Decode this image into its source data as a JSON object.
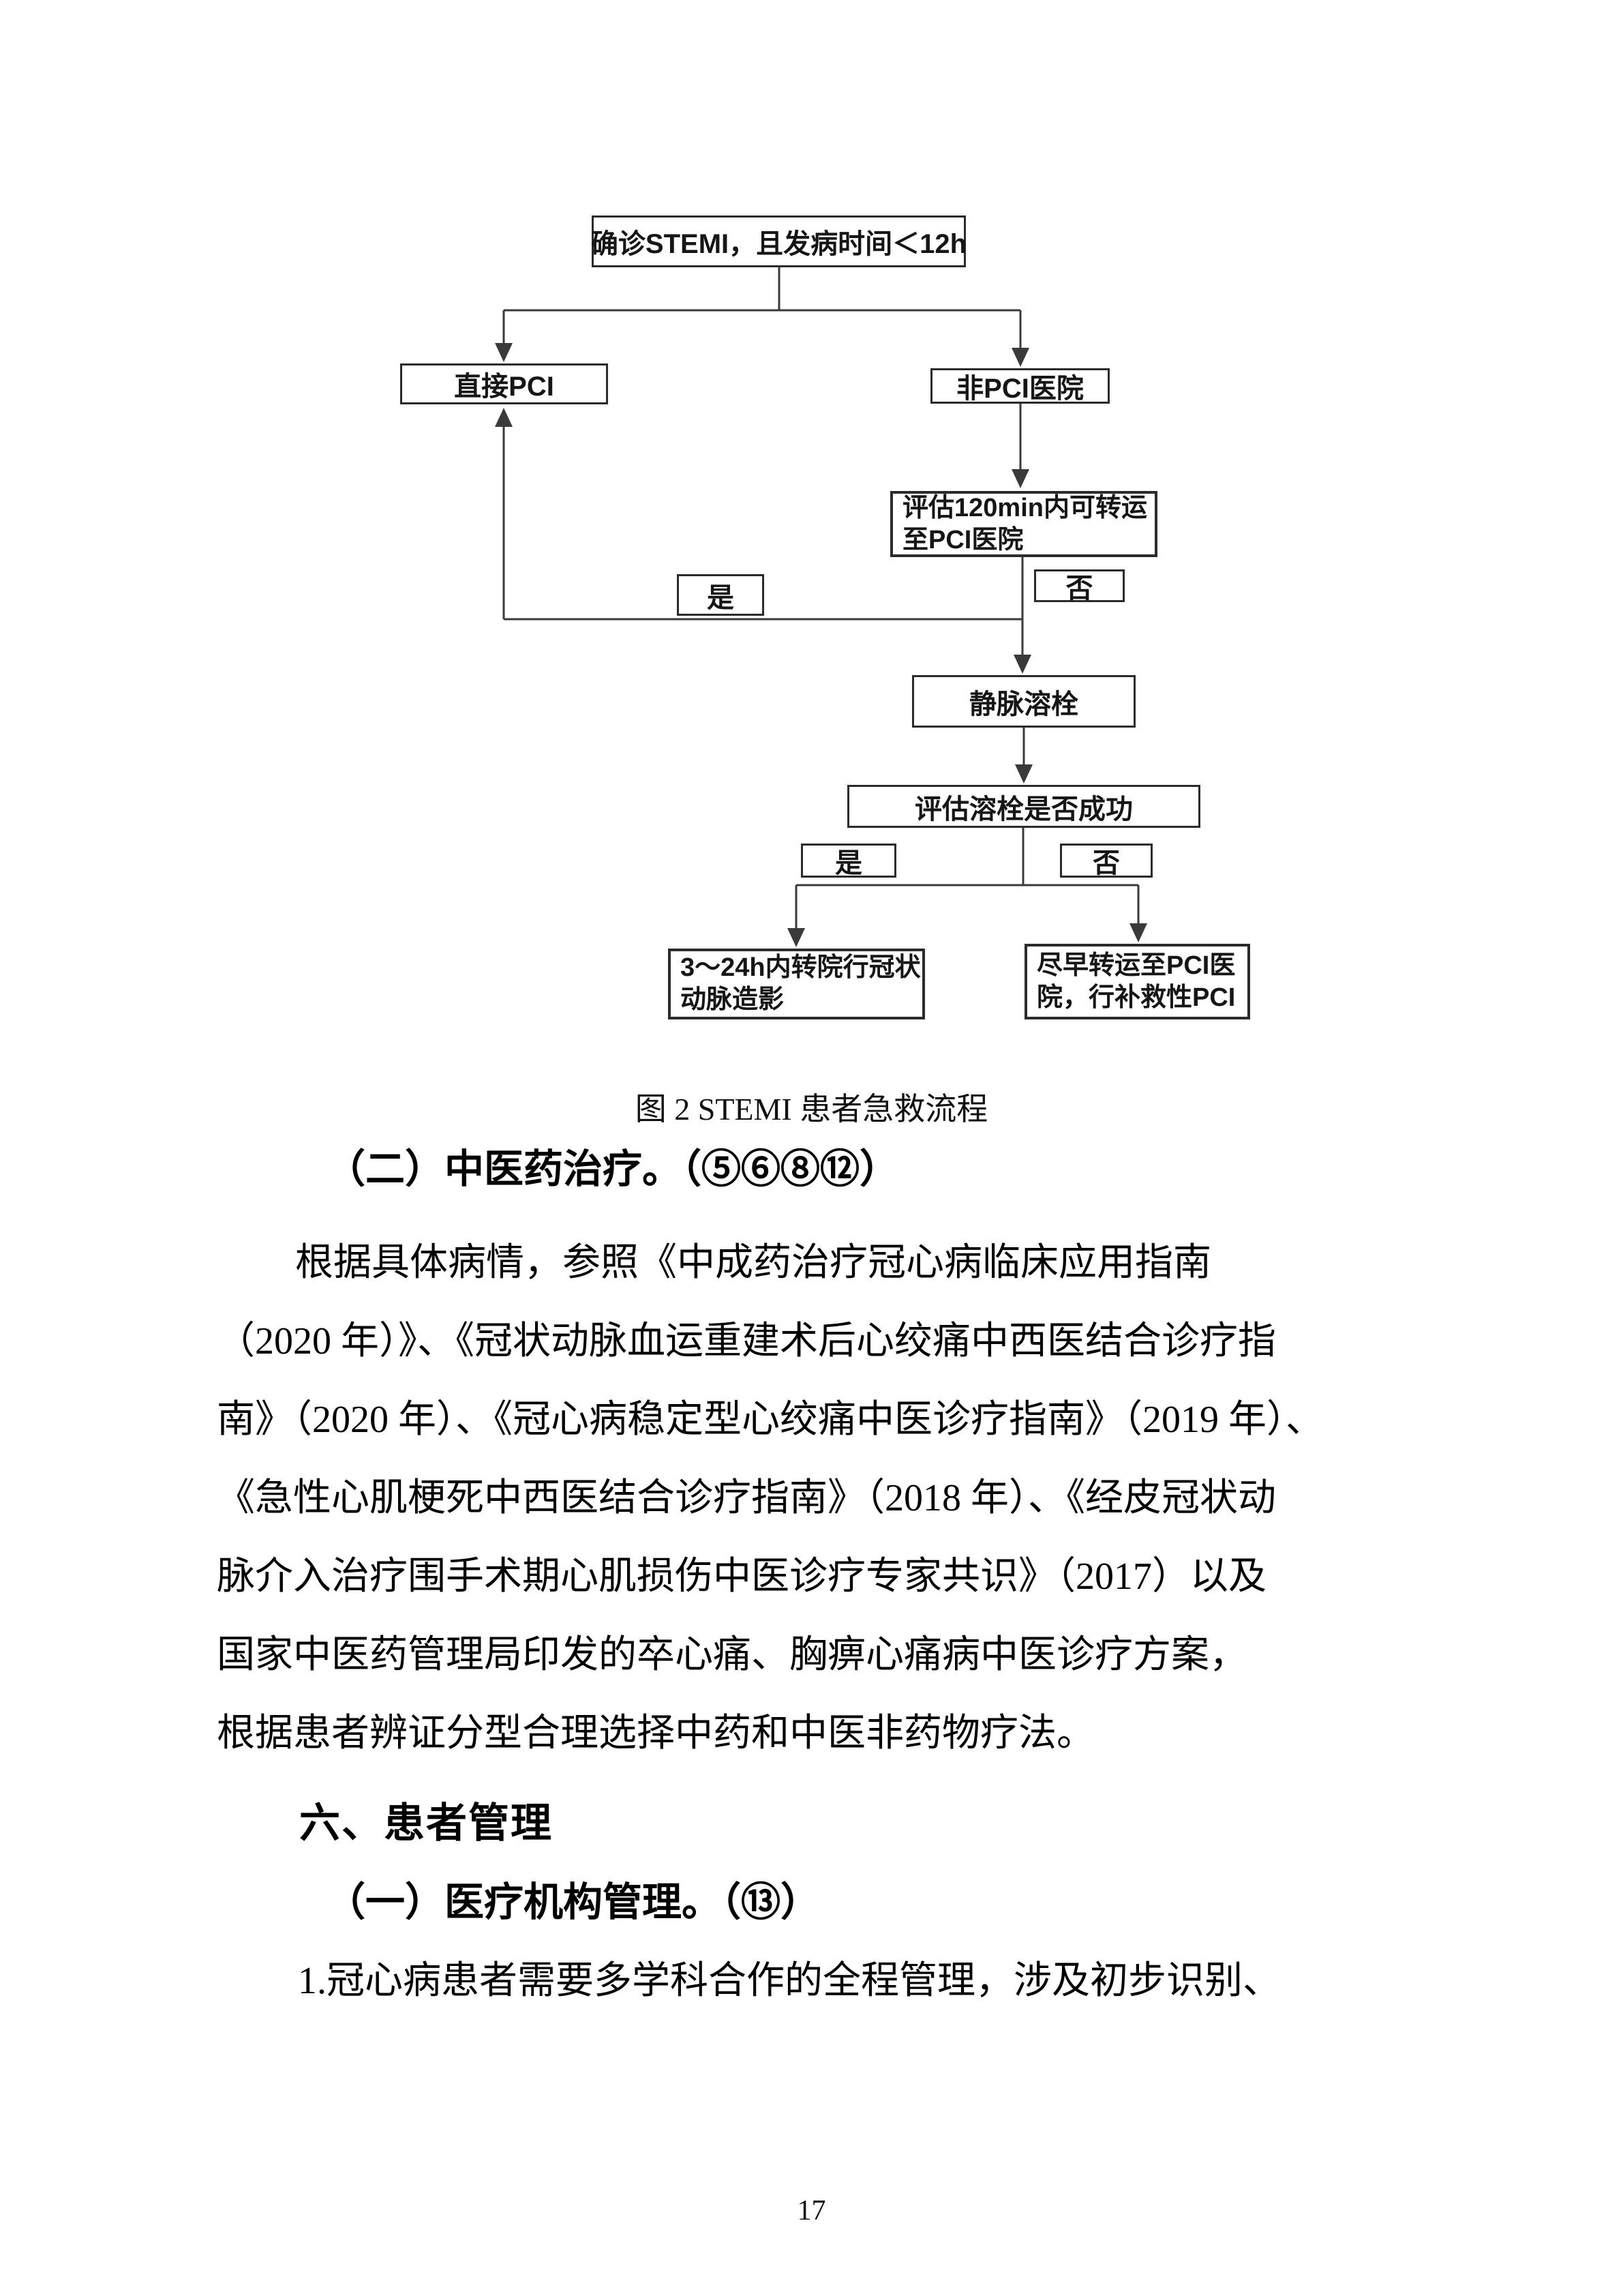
{
  "flowchart": {
    "caption": "图 2 STEMI 患者急救流程",
    "nodes": {
      "diagnosis": {
        "label": "确诊STEMI，且发病时间＜12h"
      },
      "direct_pci": {
        "label": "直接PCI"
      },
      "non_pci_hospital": {
        "label": "非PCI医院"
      },
      "assess_transfer": {
        "line1": "评估120min内可转运",
        "line2": "至PCI医院"
      },
      "transfer_yes": {
        "label": "是"
      },
      "transfer_no": {
        "label": "否"
      },
      "iv_thrombolysis": {
        "label": "静脉溶栓"
      },
      "assess_thrombolysis": {
        "label": "评估溶栓是否成功"
      },
      "thrombolysis_yes": {
        "label": "是"
      },
      "thrombolysis_no": {
        "label": "否"
      },
      "coronary_angiography": {
        "line1": "3～24h内转院行冠状",
        "line2": "动脉造影"
      },
      "rescue_pci": {
        "line1": "尽早转运至PCI医",
        "line2": "院，行补救性PCI"
      }
    }
  },
  "content": {
    "tcm_heading": "（二）中医药治疗。（⑤⑥⑧⑫）",
    "tcm_paragraph": [
      "根据具体病情，参照《中成药治疗冠心病临床应用指南",
      "（2020 年）》、《冠状动脉血运重建术后心绞痛中西医结合诊疗指",
      "南》（2020 年）、《冠心病稳定型心绞痛中医诊疗指南》（2019 年）、",
      "《急性心肌梗死中西医结合诊疗指南》（2018 年）、《经皮冠状动",
      "脉介入治疗围手术期心肌损伤中医诊疗专家共识》（2017）以及",
      "国家中医药管理局印发的卒心痛、胸痹心痛病中医诊疗方案，",
      "根据患者辨证分型合理选择中药和中医非药物疗法。"
    ],
    "section_heading": "六、患者管理",
    "org_heading": "（一）医疗机构管理。（⑬）",
    "org_paragraph": "1.冠心病患者需要多学科合作的全程管理，涉及初步识别、"
  },
  "footer": {
    "page_number": "17"
  }
}
